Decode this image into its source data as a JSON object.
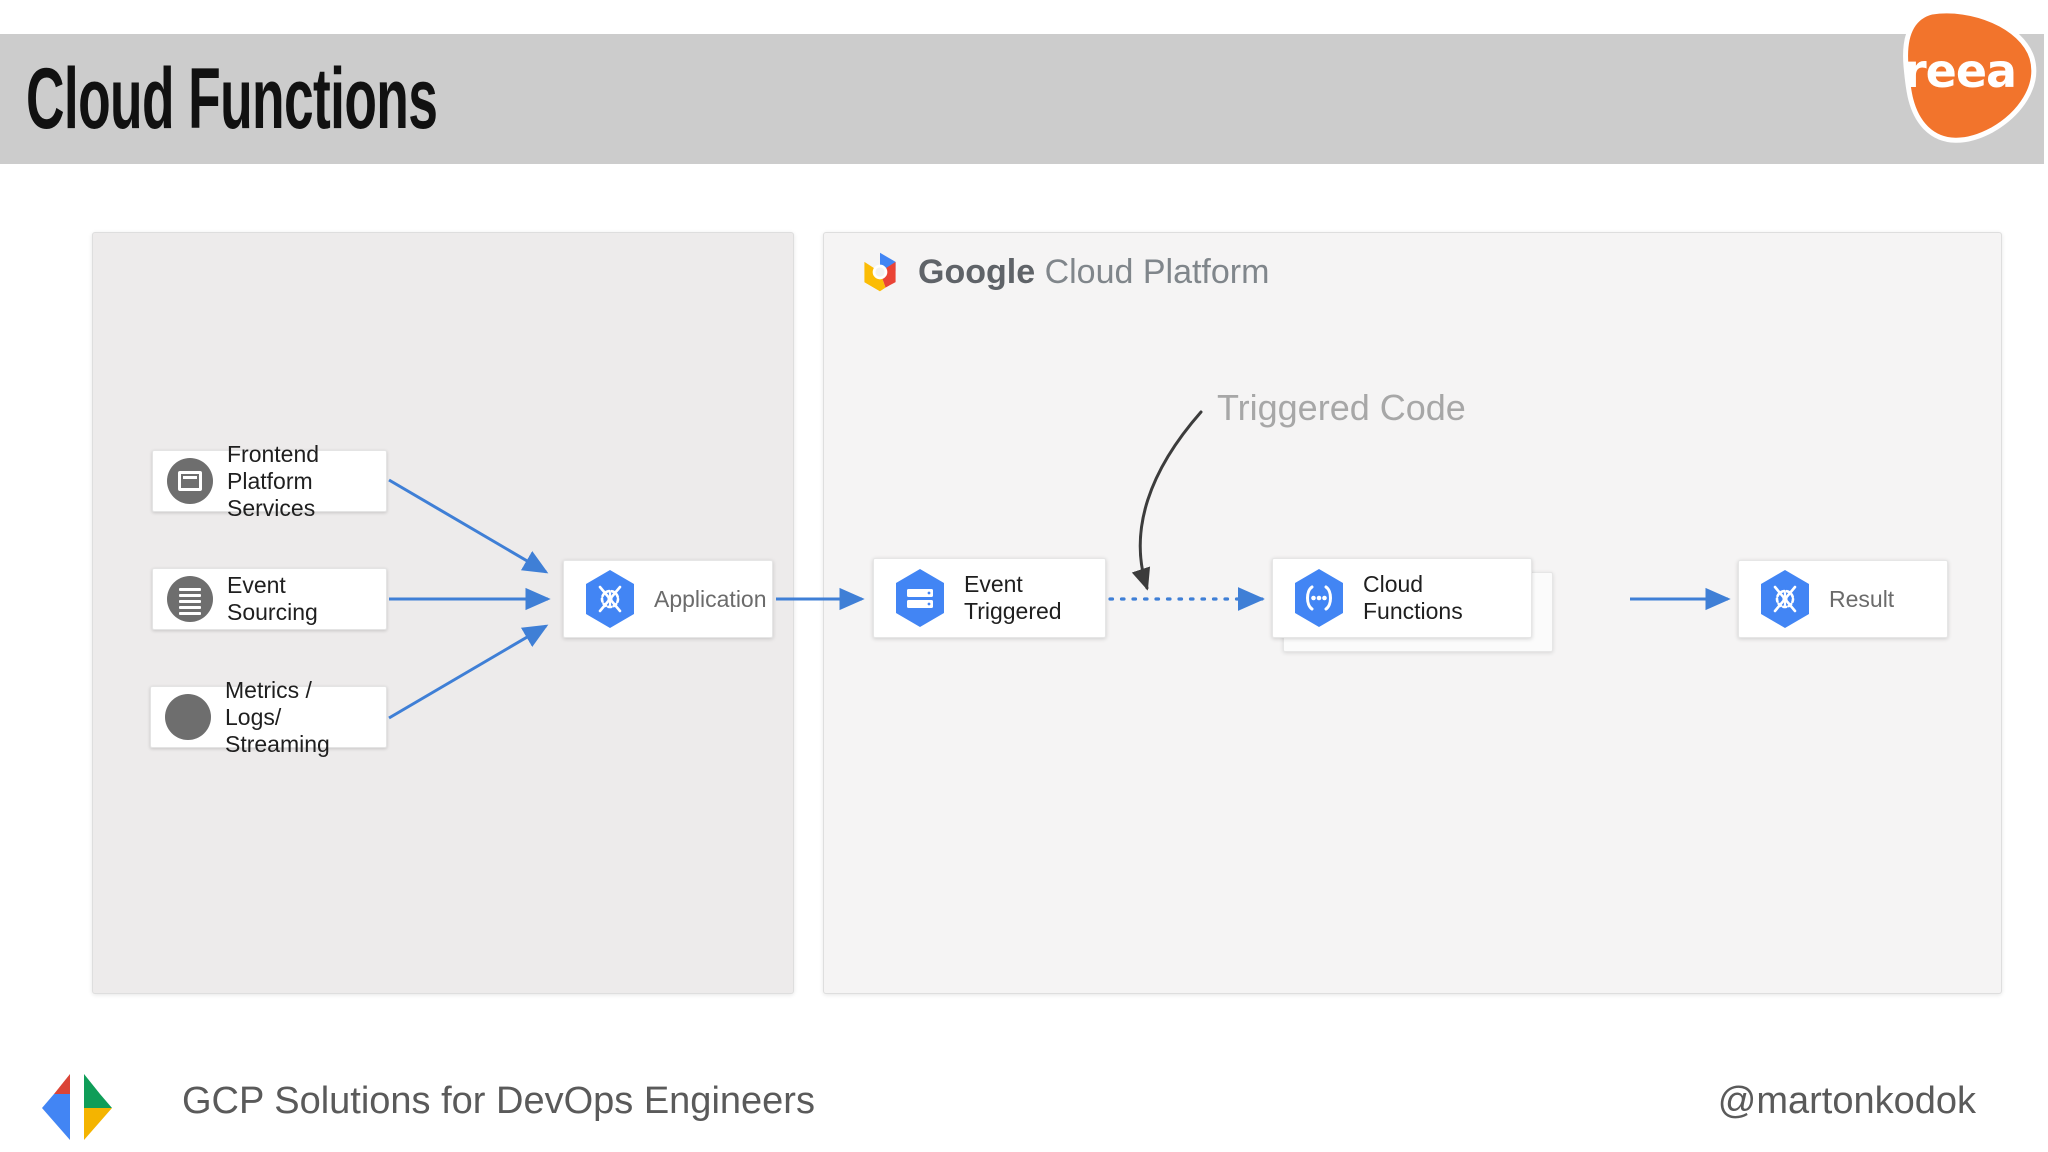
{
  "slide": {
    "title": "Cloud Functions",
    "brand_logo_text": "reea",
    "brand_color": "#f2742c",
    "title_band_color": "#cccccc"
  },
  "left_panel": {
    "background": "#edebeb",
    "sources": [
      {
        "label": "Frontend\nPlatform Services",
        "icon": "window-icon",
        "icon_color": "#6e6e6e"
      },
      {
        "label": "Event Sourcing",
        "icon": "stack-list-icon",
        "icon_color": "#6e6e6e"
      },
      {
        "label": "Metrics / Logs/\nStreaming",
        "icon": "circle-icon",
        "icon_color": "#6e6e6e"
      }
    ],
    "application": {
      "label": "Application",
      "icon": "gcp-compute-hexagon-icon",
      "icon_color": "#4285f4"
    }
  },
  "right_panel": {
    "background": "#f5f4f4",
    "header": {
      "logo": "google-cloud-platform-hexagon-logo",
      "brand": "Google",
      "product": "Cloud Platform"
    },
    "annotation": {
      "label": "Triggered Code",
      "color": "#a7a7a7",
      "arrow": "curved-hand-drawn-arrow"
    },
    "nodes": [
      {
        "label": "Event\nTriggered",
        "icon": "gcp-datastore-hexagon-icon",
        "icon_color": "#4285f4"
      },
      {
        "label": "Cloud\nFunctions",
        "icon": "gcp-cloud-functions-hexagon-icon",
        "icon_color": "#4285f4",
        "stacked": true
      },
      {
        "label": "Result",
        "icon": "gcp-compute-hexagon-icon",
        "icon_color": "#4285f4"
      }
    ]
  },
  "connectors": {
    "solid_color": "#3f7fd6",
    "dotted_color": "#3f7fd6",
    "annotation_arrow_color": "#3c3c3c"
  },
  "footer": {
    "logo": "google-developers-chevron-logo",
    "title": "GCP Solutions for DevOps Engineers",
    "handle": "@martonkodok",
    "text_color": "#5a5a5a"
  }
}
